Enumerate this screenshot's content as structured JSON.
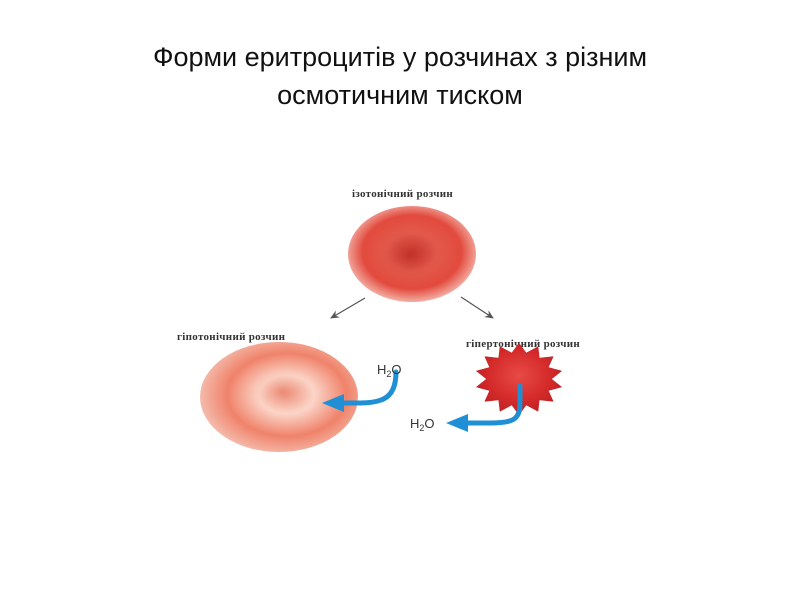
{
  "title": {
    "line1": "Форми еритроцитів у розчинах з різним",
    "line2": "осмотичним тиском"
  },
  "labels": {
    "isotonic": "ізотонічний розчин",
    "hypotonic": "гіпотонічний розчин",
    "hypertonic": "гіпертонічний розчин"
  },
  "water_label": "H2O",
  "colors": {
    "isotonic_cell": "#d8473a",
    "hypotonic_cell": "#f08a70",
    "hypertonic_cell": "#d62a2a",
    "water_arrow": "#1f8fd6",
    "pointer_arrow": "#555555"
  }
}
